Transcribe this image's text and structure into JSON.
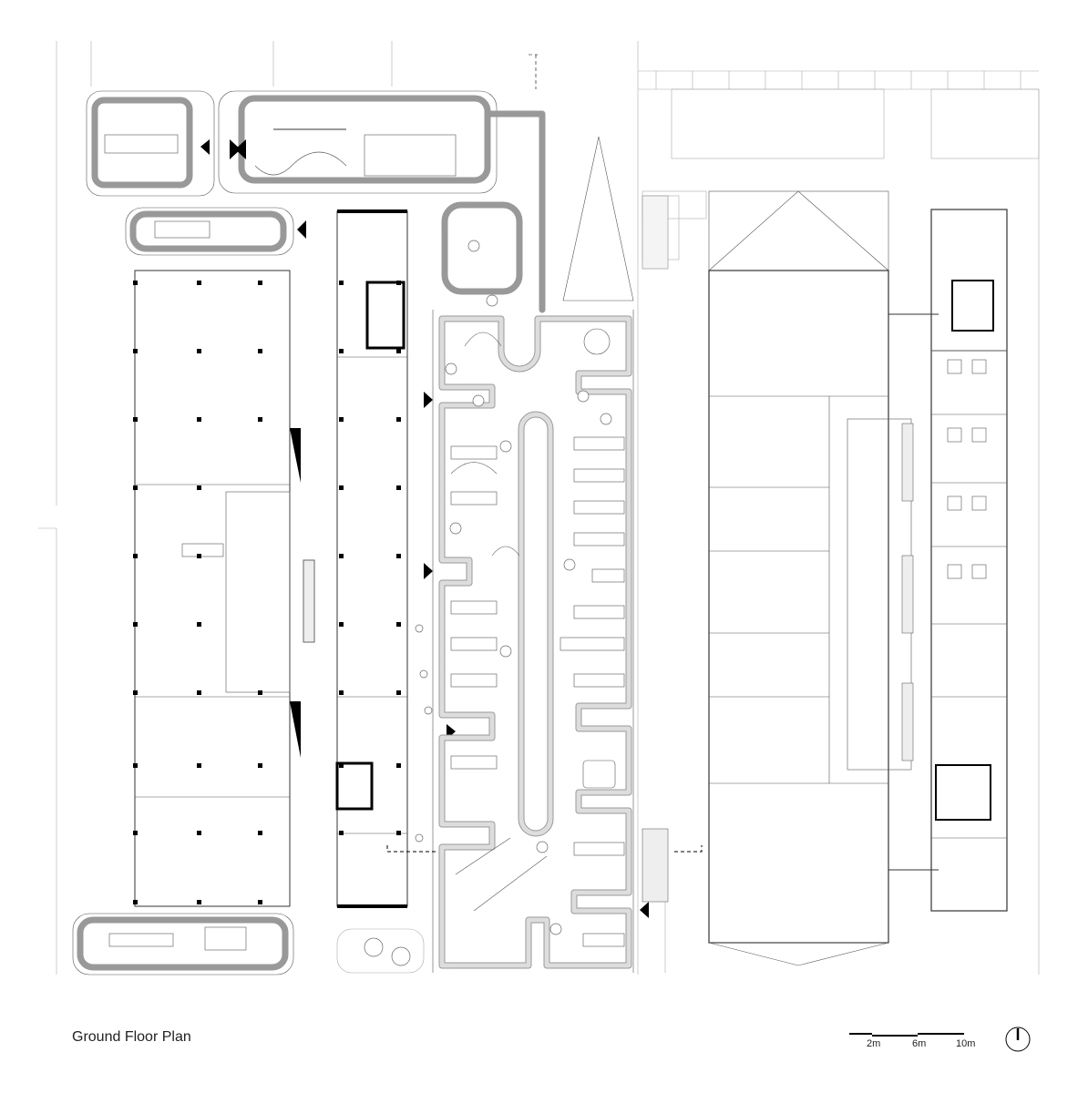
{
  "drawing": {
    "title": "Ground Floor Plan",
    "scale_bar": {
      "labels": [
        "2m",
        "6m",
        "10m"
      ]
    },
    "north_arrow": "north-arrow-icon"
  }
}
